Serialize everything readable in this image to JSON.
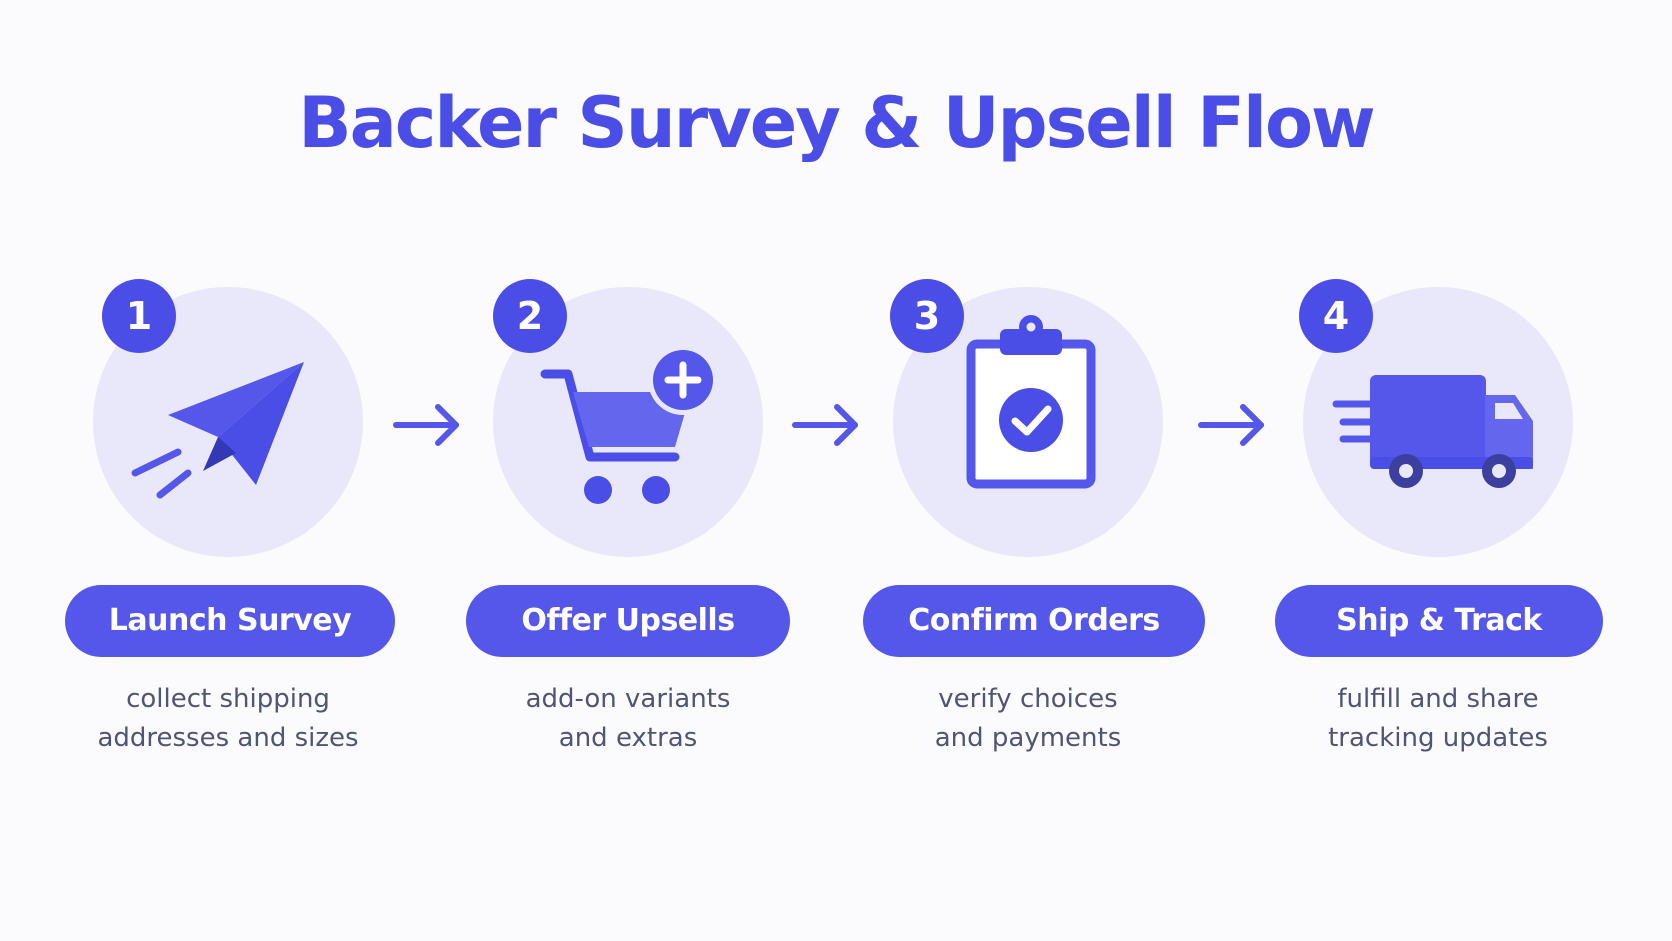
{
  "title": "Backer Survey & Upsell Flow",
  "colors": {
    "accent": "#4b4ee6",
    "pill": "#5457ea",
    "circle_bg": "#e8e8fa",
    "text": "#4e5578"
  },
  "steps": [
    {
      "number": "1",
      "label": "Launch Survey",
      "description": [
        "collect shipping",
        "addresses and sizes"
      ],
      "icon": "paper-plane-icon"
    },
    {
      "number": "2",
      "label": "Offer Upsells",
      "description": [
        "add-on variants",
        "and extras"
      ],
      "icon": "cart-plus-icon"
    },
    {
      "number": "3",
      "label": "Confirm Orders",
      "description": [
        "verify choices",
        "and payments"
      ],
      "icon": "clipboard-check-icon"
    },
    {
      "number": "4",
      "label": "Ship & Track",
      "description": [
        "fulfill and share",
        "tracking updates"
      ],
      "icon": "delivery-truck-icon"
    }
  ],
  "connectors": [
    "arrow-right-icon",
    "arrow-right-icon",
    "arrow-right-icon"
  ]
}
